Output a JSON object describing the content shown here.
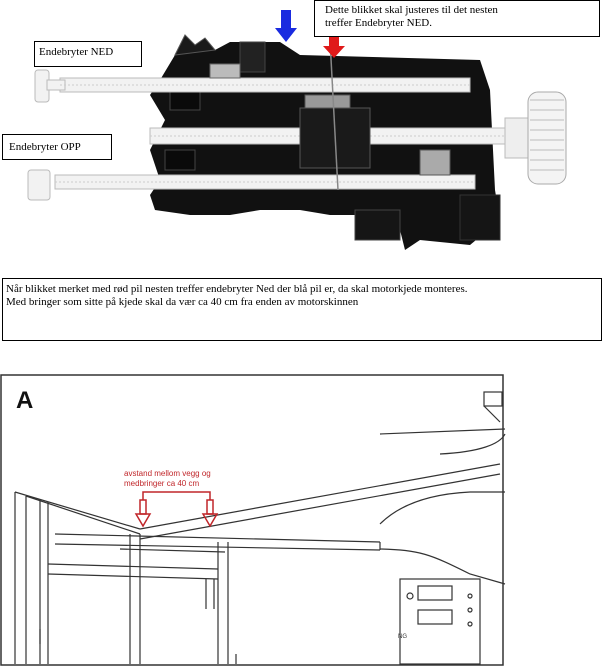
{
  "photo": {
    "label_down": "Endebryter NED",
    "label_up": "Endebryter OPP",
    "callout_line1": "Dette blikket skal justeres til det nesten",
    "callout_line2": "treffer Endebryter NED."
  },
  "instruction": {
    "paragraph1": "Når blikket merket med rød pil nesten treffer endebryter Ned der blå pil er, da skal motorkjede monteres.",
    "paragraph2": "Med bringer som sitte på kjede skal da vær ca 40 cm fra  enden av motorskinnen"
  },
  "diagram": {
    "letter": "A",
    "annotation_line1": "avstand  mellom vegg og",
    "annotation_line2": "medbringer ca 40 cm",
    "small_label": "NG"
  },
  "colors": {
    "blue_arrow": "#1a2be0",
    "red_arrow": "#e01a1a",
    "annotation_red": "#c0262a",
    "diagram_line": "#333333"
  }
}
